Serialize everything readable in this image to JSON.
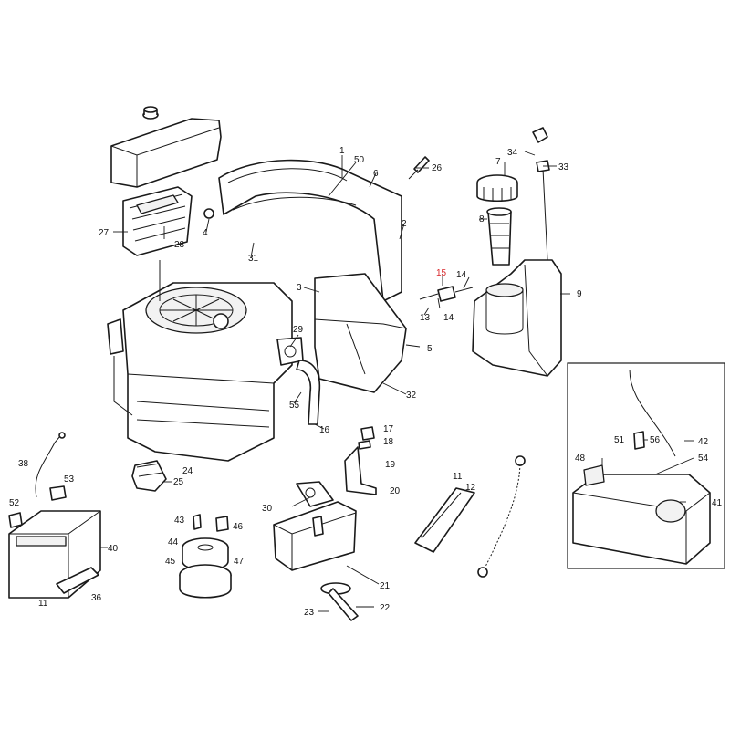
{
  "highlight_color": "#d9262a",
  "line_color": "#1a1a1a",
  "callouts": [
    {
      "id": "c1",
      "text": "1"
    },
    {
      "id": "c2",
      "text": "2"
    },
    {
      "id": "c3",
      "text": "3"
    },
    {
      "id": "c4",
      "text": "4"
    },
    {
      "id": "c5",
      "text": "5"
    },
    {
      "id": "c6",
      "text": "6"
    },
    {
      "id": "c7",
      "text": "7"
    },
    {
      "id": "c8",
      "text": "8"
    },
    {
      "id": "c9",
      "text": "9"
    },
    {
      "id": "c11a",
      "text": "11"
    },
    {
      "id": "c11b",
      "text": "11"
    },
    {
      "id": "c12",
      "text": "12"
    },
    {
      "id": "c13",
      "text": "13"
    },
    {
      "id": "c14a",
      "text": "14"
    },
    {
      "id": "c14b",
      "text": "14"
    },
    {
      "id": "c15",
      "text": "15",
      "highlight": true
    },
    {
      "id": "c16",
      "text": "16"
    },
    {
      "id": "c17",
      "text": "17"
    },
    {
      "id": "c18",
      "text": "18"
    },
    {
      "id": "c19",
      "text": "19"
    },
    {
      "id": "c20",
      "text": "20"
    },
    {
      "id": "c21",
      "text": "21"
    },
    {
      "id": "c22",
      "text": "22"
    },
    {
      "id": "c23",
      "text": "23"
    },
    {
      "id": "c24",
      "text": "24"
    },
    {
      "id": "c25",
      "text": "25"
    },
    {
      "id": "c26",
      "text": "26"
    },
    {
      "id": "c27",
      "text": "27"
    },
    {
      "id": "c28",
      "text": "28"
    },
    {
      "id": "c29",
      "text": "29"
    },
    {
      "id": "c30",
      "text": "30"
    },
    {
      "id": "c31",
      "text": "31"
    },
    {
      "id": "c32",
      "text": "32"
    },
    {
      "id": "c33",
      "text": "33"
    },
    {
      "id": "c34",
      "text": "34"
    },
    {
      "id": "c36",
      "text": "36"
    },
    {
      "id": "c38",
      "text": "38"
    },
    {
      "id": "c40",
      "text": "40"
    },
    {
      "id": "c41",
      "text": "41"
    },
    {
      "id": "c42",
      "text": "42"
    },
    {
      "id": "c43",
      "text": "43"
    },
    {
      "id": "c44",
      "text": "44"
    },
    {
      "id": "c45",
      "text": "45"
    },
    {
      "id": "c46",
      "text": "46"
    },
    {
      "id": "c47",
      "text": "47"
    },
    {
      "id": "c48",
      "text": "48"
    },
    {
      "id": "c50",
      "text": "50"
    },
    {
      "id": "c51",
      "text": "51"
    },
    {
      "id": "c52",
      "text": "52"
    },
    {
      "id": "c53",
      "text": "53"
    },
    {
      "id": "c54",
      "text": "54"
    },
    {
      "id": "c55",
      "text": "55"
    },
    {
      "id": "c56",
      "text": "56"
    }
  ]
}
